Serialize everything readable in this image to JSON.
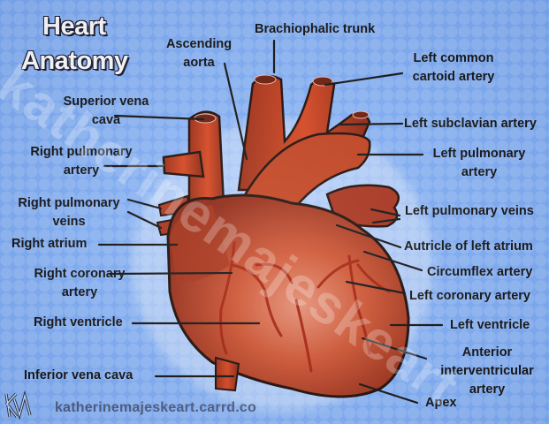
{
  "title": {
    "line1": "Heart",
    "line2": "Anatomy"
  },
  "watermark": "katherinemajeskeart",
  "footer": {
    "site": "katherinemajeskeart.carrd.co",
    "logo": "KM-monogram-logo"
  },
  "colors": {
    "background": "#7eadf6",
    "heart": "#c0371a",
    "leader_line": "#111111",
    "title_text": "#ffffff"
  },
  "labels": {
    "ascending_aorta": {
      "line1": "Ascending",
      "line2": "aorta"
    },
    "brachiocephalic": "Brachiophalic trunk",
    "left_common_carotid": {
      "line1": "Left common",
      "line2": "cartoid artery"
    },
    "superior_vena_cava": {
      "line1": "Superior vena",
      "line2": "cava"
    },
    "left_subclavian": "Left subclavian artery",
    "right_pulmonary_artery": {
      "line1": "Right pulmonary",
      "line2": "artery"
    },
    "left_pulmonary_artery": {
      "line1": "Left pulmonary",
      "line2": "artery"
    },
    "right_pulmonary_veins": {
      "line1": "Right pulmonary",
      "line2": "veins"
    },
    "left_pulmonary_veins": "Left pulmonary veins",
    "right_atrium": "Right atrium",
    "auricle_left_atrium": "Autricle of left atrium",
    "right_coronary": {
      "line1": "Right coronary",
      "line2": "artery"
    },
    "circumflex": "Circumflex artery",
    "left_coronary": "Left coronary artery",
    "right_ventricle": "Right ventricle",
    "left_ventricle": "Left ventricle",
    "anterior_interventricular": {
      "line1": "Anterior",
      "line2": "interventricular",
      "line3": "artery"
    },
    "inferior_vena_cava": "Inferior vena cava",
    "apex": "Apex"
  }
}
